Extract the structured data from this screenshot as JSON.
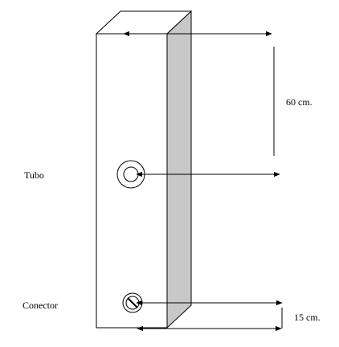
{
  "diagram": {
    "labels": {
      "tubo": "Tubo",
      "conector": "Conector",
      "dim_60": "60 cm.",
      "dim_15": "15 cm."
    },
    "colors": {
      "stroke": "#000000",
      "side_face": "#c8c8c8",
      "background": "#ffffff"
    }
  }
}
